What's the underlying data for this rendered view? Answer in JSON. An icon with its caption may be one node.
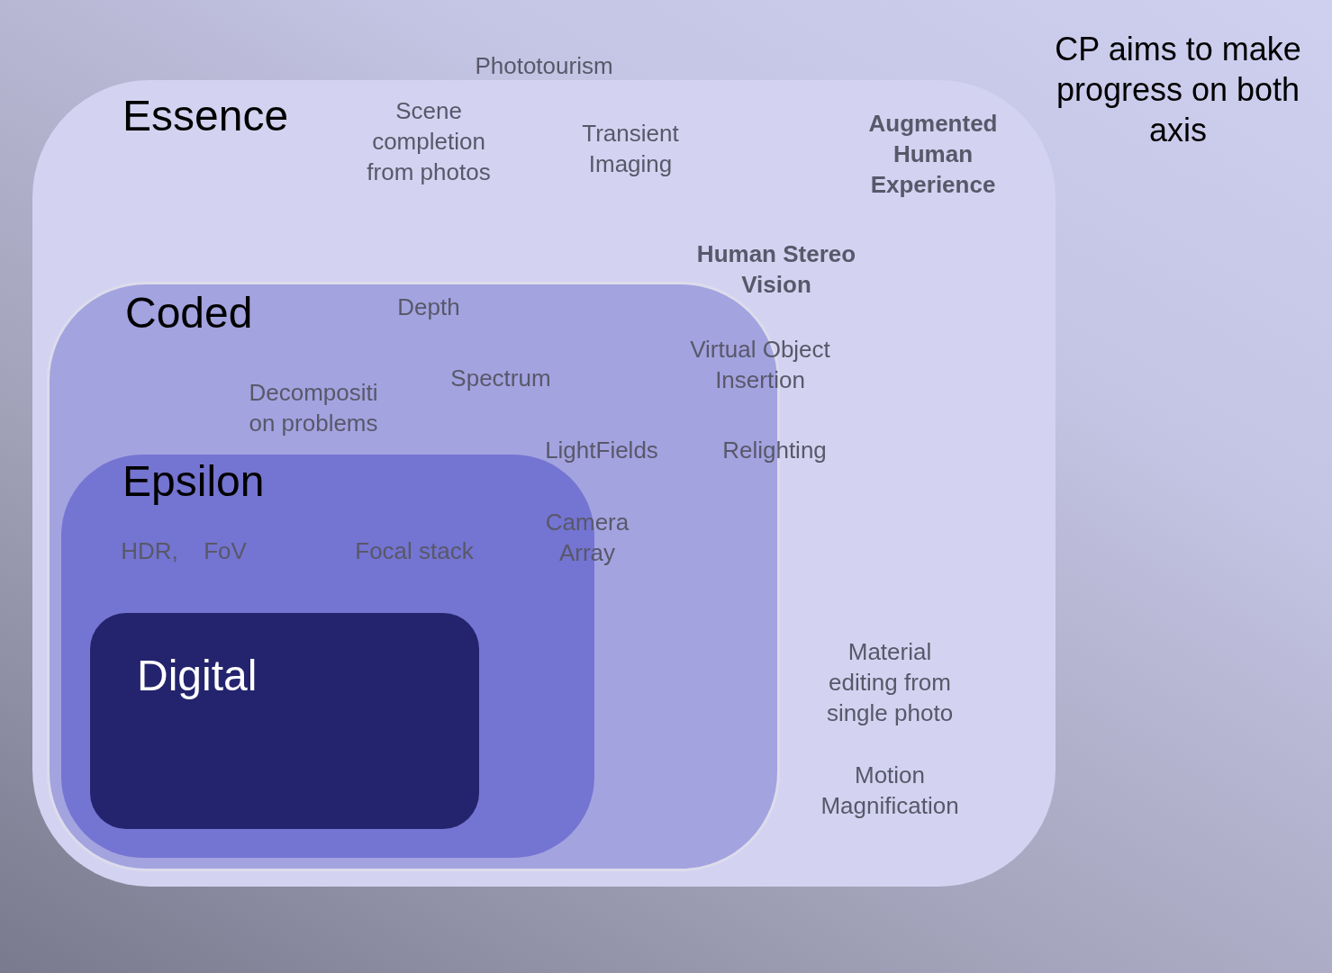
{
  "diagram": {
    "nodes": [
      {
        "text": [
          "Essence"
        ]
      },
      {
        "text": [
          "Coded"
        ],
        "in": 0
      },
      {
        "text": [
          "Epsilon"
        ],
        "in": 1
      },
      {
        "text": [
          "Digital"
        ],
        "in": 2
      }
    ],
    "labels": [
      "CP aims to make progress on both axis",
      "Phototourism",
      "Scene completion from photos",
      "Transient Imaging",
      "Augmented Human Experience",
      "Human Stereo Vision",
      "Depth",
      "Virtual Object Insertion",
      "Spectrum",
      "Decompositi on problems",
      "LightFields",
      "Relighting",
      "Camera Array",
      "HDR,",
      "FoV",
      "Focal stack",
      "Material editing from single photo",
      "Motion Magnification"
    ]
  }
}
